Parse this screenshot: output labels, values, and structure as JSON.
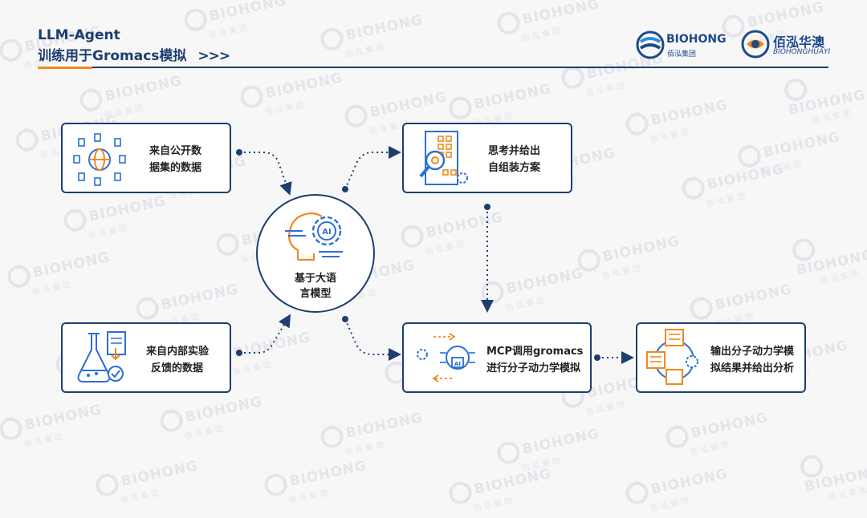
{
  "header": {
    "title_line1": "LLM-Agent",
    "title_line2": "训练用于Gromacs模拟",
    "chevrons": ">>>"
  },
  "logos": {
    "left_brand": "BIOHONG",
    "left_sub": "佰泓集团",
    "right_brand": "佰泓华澳",
    "right_sub": "BIOHONGHUAYI"
  },
  "watermark": {
    "text": "BIOHONG",
    "sub": "佰泓集团"
  },
  "nodes": {
    "public_data": {
      "label_line1": "来自公开数",
      "label_line2": "据集的数据"
    },
    "internal_feedback": {
      "label_line1": "来自内部实验",
      "label_line2": "反馈的数据"
    },
    "llm": {
      "label_line1": "基于大语",
      "label_line2": "言模型"
    },
    "thinking": {
      "label_line1": "思考并给出",
      "label_line2": "自组装方案"
    },
    "mcp": {
      "label_line1": "MCP调用gromacs",
      "label_line2": "进行分子动力学模拟"
    },
    "output": {
      "label_line1": "输出分子动力学模",
      "label_line2": "拟结果并给出分析"
    }
  },
  "icons": {
    "public_data": "globe-network-icon",
    "internal_feedback": "flask-document-icon",
    "llm": "ai-head-gear-icon",
    "thinking": "document-search-icon",
    "mcp": "ai-chip-cycle-icon",
    "output": "server-network-icon"
  },
  "colors": {
    "primary": "#1d3e6e",
    "accent": "#f08a1c",
    "icon_blue": "#2b6fd6"
  }
}
